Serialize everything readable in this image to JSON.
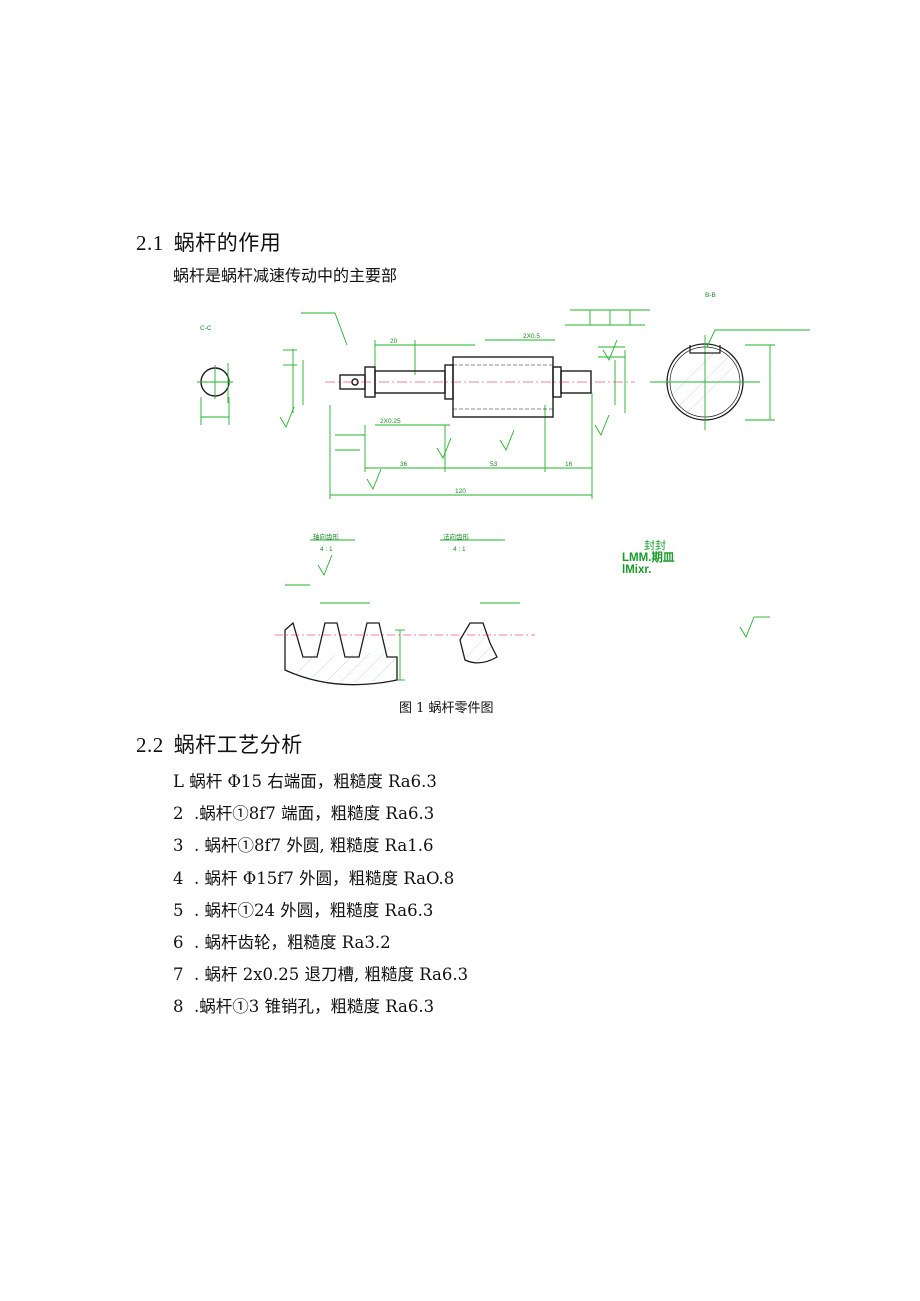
{
  "section1": {
    "number": "2.1",
    "title": "蜗杆的作用"
  },
  "section1_text": "蜗杆是蜗杆减速传动中的主要部",
  "figure": {
    "caption": "图 1 蜗杆零件图",
    "view_labels": {
      "left_section": "C-C",
      "right_section": "B-B"
    },
    "detail_labels": [
      "轴向齿形",
      "法向齿形"
    ],
    "detail_scale": "4 : 1",
    "dims": [
      "120",
      "20",
      "2X0.25",
      "36",
      "53",
      "16",
      "2X0.5"
    ],
    "note": {
      "line1": "封封",
      "line2": "LMM.期皿",
      "line3": "lMixr."
    }
  },
  "section2": {
    "number": "2.2",
    "title": "蜗杆工艺分析"
  },
  "items": [
    "L 蜗杆 Φ15 右端面，粗糙度 Ra6.3",
    "2  .蜗杆①8f7 端面，粗糙度 Ra6.3",
    "3  . 蜗杆①8f7 外圆, 粗糙度 Ra1.6",
    "4  . 蜗杆 Φ15f7 外圆，粗糙度 RaO.8",
    "5  . 蜗杆①24 外圆，粗糙度 Ra6.3",
    "6  . 蜗杆齿轮，粗糙度 Ra3.2",
    "7  . 蜗杆 2x0.25 退刀槽, 粗糙度 Ra6.3",
    "8  .蜗杆①3 锥销孔，粗糙度 Ra6.3"
  ],
  "colors": {
    "drawing_lines": "#1c1c1c",
    "dimension_lines": "#22b32a",
    "note_text": "#1a9a2a"
  }
}
